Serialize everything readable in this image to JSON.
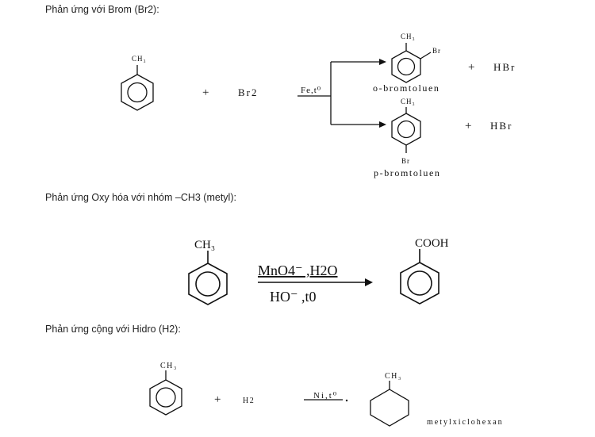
{
  "sections": [
    {
      "heading": "Phản ứng với Brom (Br2):"
    },
    {
      "heading": "Phản ứng Oxy hóa với nhóm –CH3 (metyl):"
    },
    {
      "heading": "Phản ứng cộng với Hidro (H2):"
    }
  ],
  "r1": {
    "reactant_group": "CH₃",
    "plus": "+",
    "reagent": "Br2",
    "condition": "Fe,t⁰",
    "p1_group": "CH₃",
    "p1_sub": "Br",
    "p1_name": "o-bromtoluen",
    "p1_plus": "+",
    "p1_byproduct": "HBr",
    "p2_group": "CH₃",
    "p2_sub": "Br",
    "p2_name": "p-bromtoluen",
    "p2_plus": "+",
    "p2_byproduct": "HBr"
  },
  "r2": {
    "reactant_group": "CH₃",
    "condition_top": "MnO4⁻ ,H2O",
    "condition_bottom": "HO⁻ ,t0",
    "product_group": "COOH"
  },
  "r3": {
    "reactant_group": "CH₃",
    "plus": "+",
    "reagent": "H2",
    "condition": "Ni,t⁰",
    "product_group": "CH₃",
    "product_name": "metylxiclohexan"
  }
}
